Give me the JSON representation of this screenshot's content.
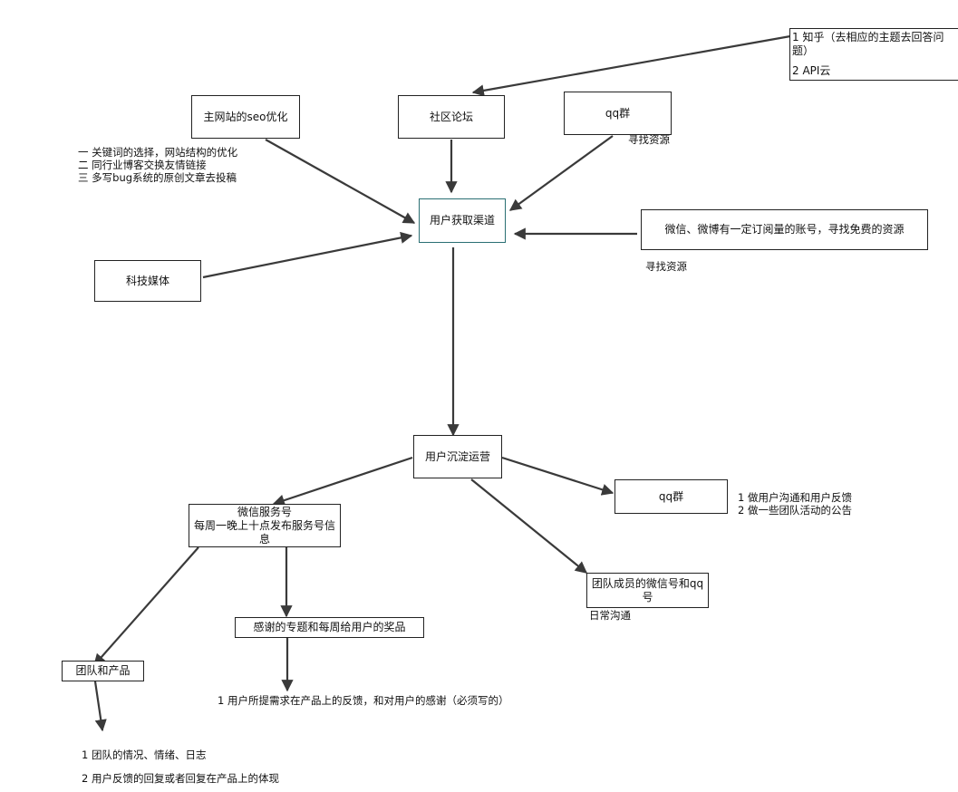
{
  "nodes": {
    "zhihu_box": [
      "1 知乎（去相应的主题去回答问题）",
      "2 API云"
    ],
    "seo": "主网站的seo优化",
    "forum": "社区论坛",
    "qq_group_top": "qq群",
    "channel": "用户获取渠道",
    "weixin_weibo": "微信、微博有一定订阅量的账号，寻找免费的资源",
    "tech_media": "科技媒体",
    "retention": "用户沉淀运营",
    "service_account": [
      "微信服务号",
      "每周一晚上十点发布服务号信息"
    ],
    "qq_group_bottom": "qq群",
    "team_contacts": "团队成员的微信号和qq号",
    "thanks": "感谢的专题和每周给用户的奖品",
    "team_product": "团队和产品"
  },
  "notes": {
    "seo": [
      "一 关键词的选择，网站结构的优化",
      "二 同行业博客交换友情链接",
      "三 多写bug系统的原创文章去投稿"
    ],
    "qq_top": "寻找资源",
    "weixin": "寻找资源",
    "qq_bottom": [
      "1 做用户沟通和用户反馈",
      "2 做一些团队活动的公告"
    ],
    "team_contacts": "日常沟通",
    "thanks": "1  用户所提需求在产品上的反馈，和对用户的感谢（必须写的）",
    "team_product": [
      "1  团队的情况、情绪、日志",
      "2  用户反馈的回复或者回复在产品上的体现"
    ]
  }
}
